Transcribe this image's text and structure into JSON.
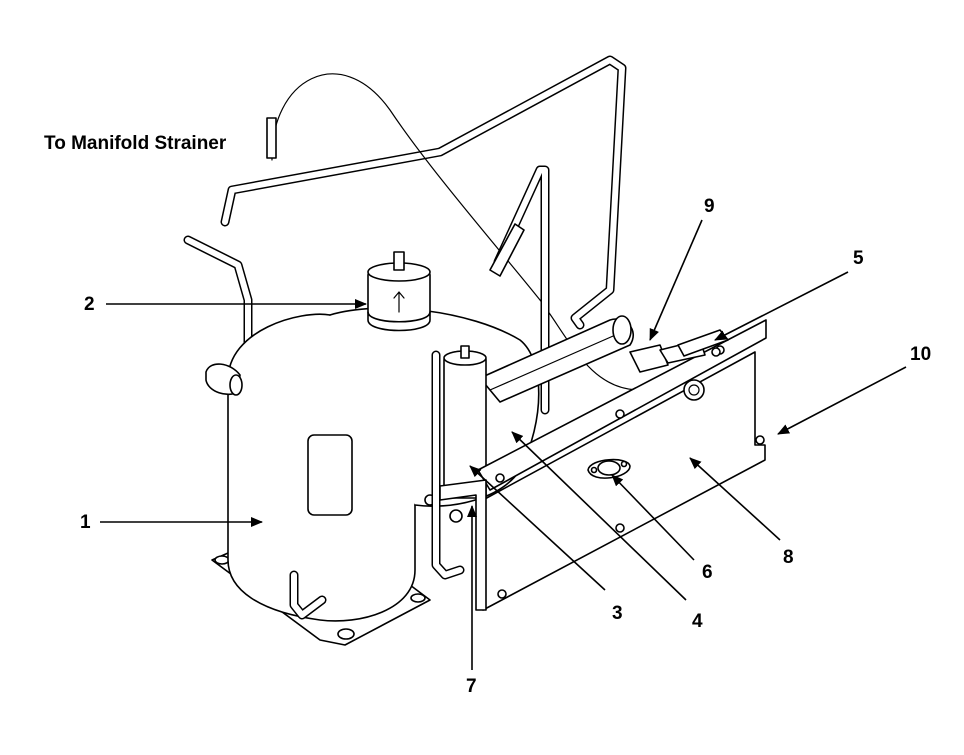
{
  "caption": "To Manifold Strainer",
  "callouts": {
    "c1": "1",
    "c2": "2",
    "c3": "3",
    "c4": "4",
    "c5": "5",
    "c6": "6",
    "c7": "7",
    "c8": "8",
    "c9": "9",
    "c10": "10"
  }
}
